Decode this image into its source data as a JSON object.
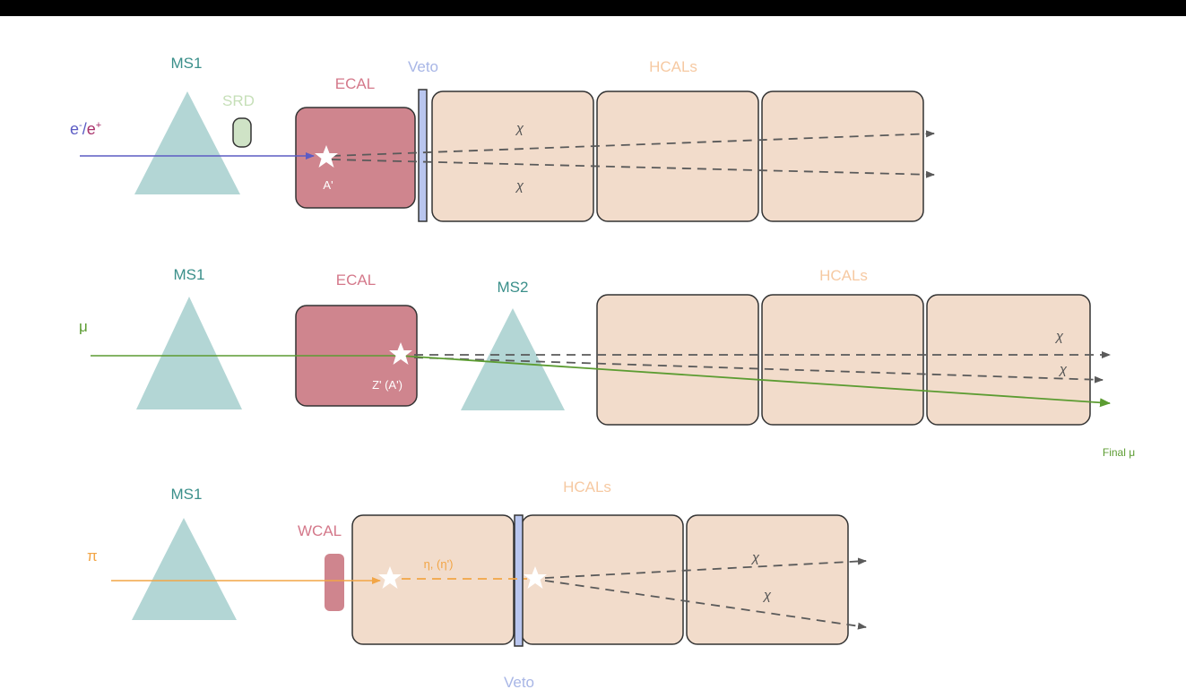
{
  "colors": {
    "ms_triangle": "#b3d6d5",
    "ms_label": "#3a8f8a",
    "ecal_fill": "#cf858e",
    "ecal_label": "#d4788a",
    "hcal_fill": "#f2dccb",
    "hcal_label": "#f6c9a2",
    "veto_fill": "#b9c6ef",
    "veto_label": "#a8b6e6",
    "srd_fill": "#cfe3c6",
    "srd_label": "#c6dfb8",
    "electron_beam": "#5c5cc4",
    "muon_beam": "#5c9c32",
    "pion_beam": "#f2a546",
    "dashed": "#5a5a5a",
    "star": "#ffffff"
  },
  "row1": {
    "ms1_label": "MS1",
    "beam_label_e_minus": "e",
    "beam_label_e_minus_sup": "-",
    "beam_label_slash": "/",
    "beam_label_e_plus": "e",
    "beam_label_e_plus_sup": "+",
    "srd_label": "SRD",
    "ecal_label": "ECAL",
    "veto_label": "Veto",
    "hcals_label": "HCALs",
    "star_label": "A'",
    "chi_upper": "χ",
    "chi_lower": "χ"
  },
  "row2": {
    "ms1_label": "MS1",
    "beam_label": "μ",
    "ecal_label": "ECAL",
    "ms2_label": "MS2",
    "hcals_label": "HCALs",
    "star_label": "Z' (A')",
    "chi_upper": "χ",
    "chi_lower": "χ",
    "final_label": "Final μ"
  },
  "row3": {
    "ms1_label": "MS1",
    "beam_label": "π",
    "wcal_label": "WCAL",
    "hcals_label": "HCALs",
    "eta_label": "η, (η')",
    "veto_label": "Veto",
    "chi_upper": "χ",
    "chi_lower": "χ"
  }
}
